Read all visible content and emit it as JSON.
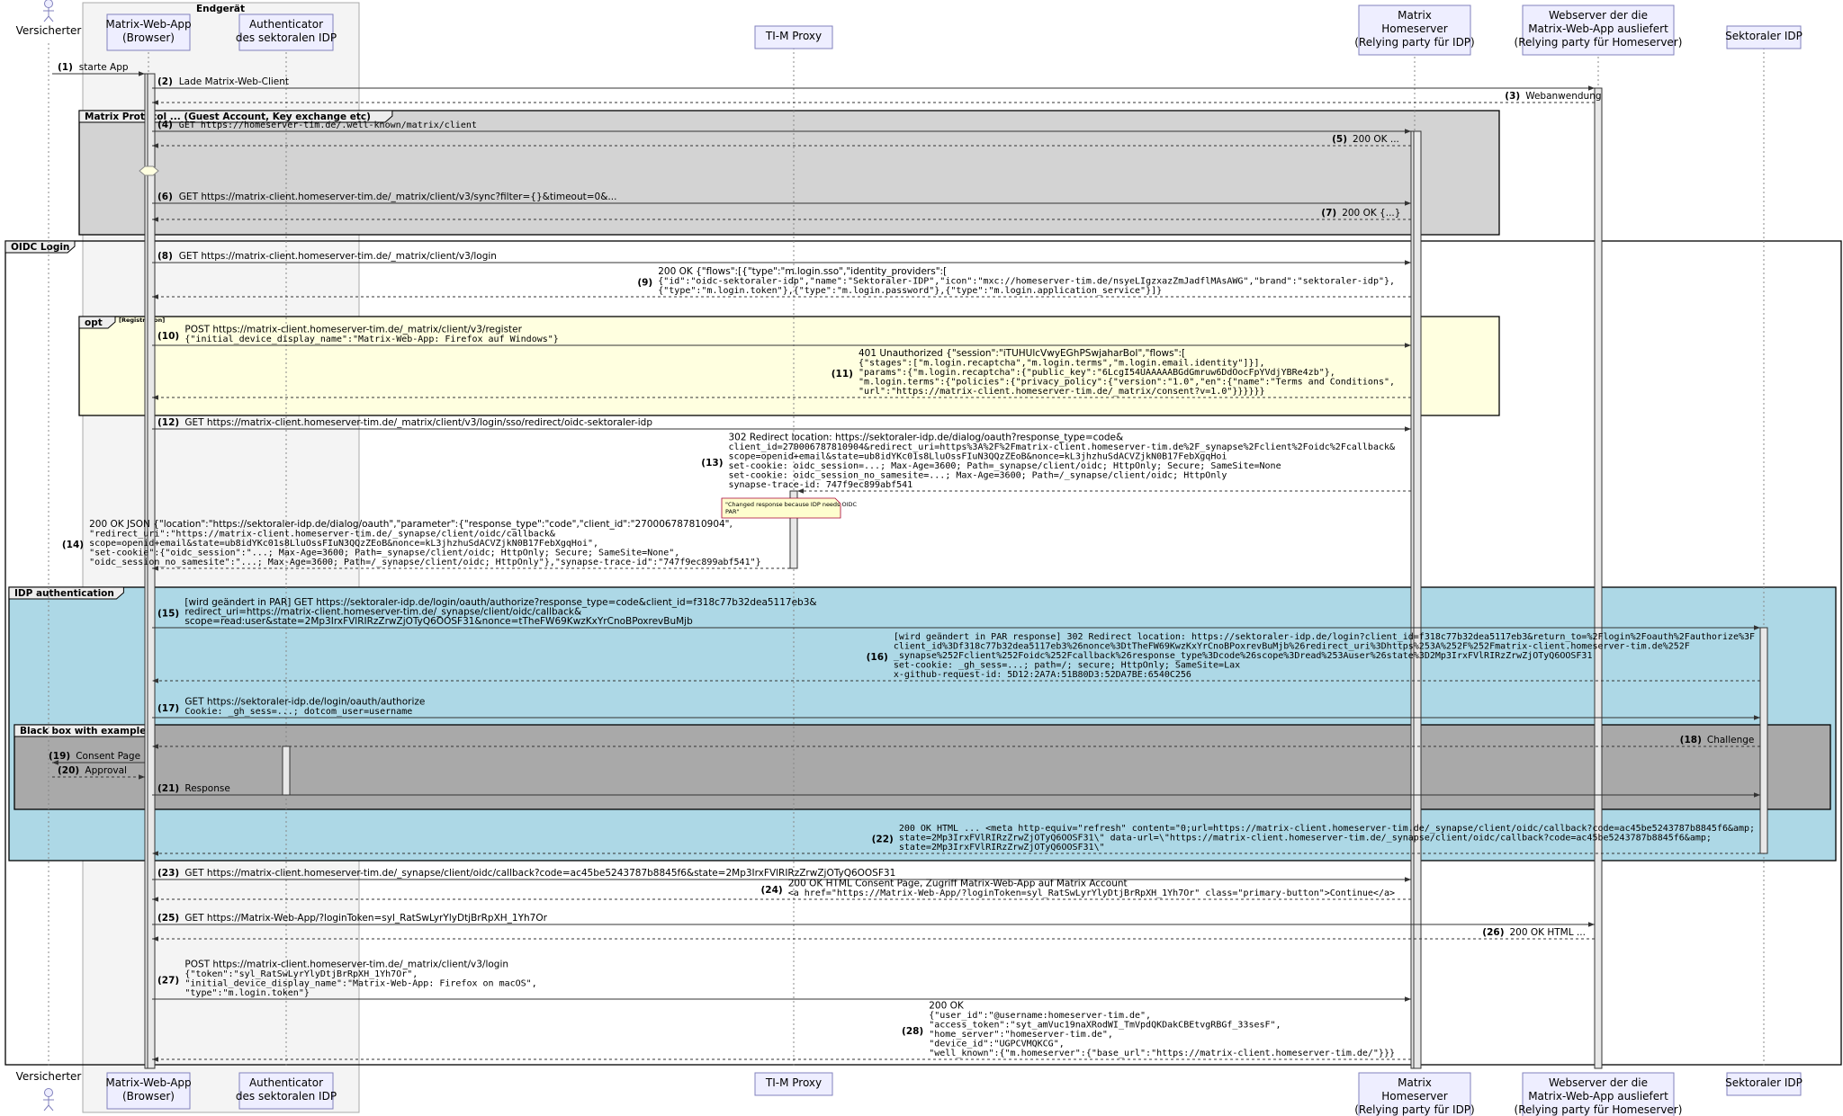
{
  "group_box": {
    "label": "Endgerät"
  },
  "participants": [
    {
      "id": "user",
      "label": [
        "Versicherter"
      ],
      "kind": "actor"
    },
    {
      "id": "app",
      "label": [
        "Matrix-Web-App",
        "(Browser)"
      ],
      "kind": "box"
    },
    {
      "id": "auth",
      "label": [
        "Authenticator",
        "des sektoralen IDP"
      ],
      "kind": "box"
    },
    {
      "id": "proxy",
      "label": [
        "TI-M Proxy"
      ],
      "kind": "box"
    },
    {
      "id": "hs",
      "label": [
        "Matrix",
        "Homeserver",
        "(Relying party für IDP)"
      ],
      "kind": "box"
    },
    {
      "id": "web",
      "label": [
        "Webserver der die",
        "Matrix-Web-App ausliefert",
        "(Relying party für Homeserver)"
      ],
      "kind": "box"
    },
    {
      "id": "idp",
      "label": [
        "Sektoraler IDP"
      ],
      "kind": "box"
    }
  ],
  "frames": [
    {
      "title": "Matrix Protocol ... (Guest Account, Key exchange etc)",
      "color": "#d3d3d3"
    },
    {
      "title": "OIDC Login",
      "color": "none"
    },
    {
      "title": "opt",
      "subtitle": "[Registration]",
      "color": "#ffffe0"
    },
    {
      "title": "IDP authentication",
      "color": "#add8e6"
    },
    {
      "title": "Black box with example",
      "color": "#a9a9a9"
    }
  ],
  "messages": [
    {
      "n": "(1)",
      "from": "user",
      "to": "app",
      "lines": [
        {
          "t": "starte App",
          "m": false
        }
      ]
    },
    {
      "n": "(2)",
      "from": "app",
      "to": "web",
      "lines": [
        {
          "t": "Lade Matrix-Web-Client",
          "m": false
        }
      ]
    },
    {
      "n": "(3)",
      "from": "web",
      "to": "app",
      "dashed": true,
      "lines": [
        {
          "t": "Webanwendung",
          "m": false
        }
      ]
    },
    {
      "n": "(4)",
      "from": "app",
      "to": "hs",
      "lines": [
        {
          "t": "GET https://homeserver-tim.de/.well-known/matrix/client",
          "m": true
        }
      ]
    },
    {
      "n": "(5)",
      "from": "hs",
      "to": "app",
      "dashed": true,
      "lines": [
        {
          "t": "200 OK ...",
          "m": false
        }
      ]
    },
    {
      "n": "(6)",
      "from": "app",
      "to": "hs",
      "lines": [
        {
          "t": "GET https://matrix-client.homeserver-tim.de/_matrix/client/v3/sync?filter={}&timeout=0&...",
          "m": false
        }
      ]
    },
    {
      "n": "(7)",
      "from": "hs",
      "to": "app",
      "dashed": true,
      "lines": [
        {
          "t": "200 OK {...}",
          "m": false
        }
      ]
    },
    {
      "n": "(8)",
      "from": "app",
      "to": "hs",
      "lines": [
        {
          "t": "GET https://matrix-client.homeserver-tim.de/_matrix/client/v3/login",
          "m": false
        }
      ]
    },
    {
      "n": "(9)",
      "from": "hs",
      "to": "app",
      "dashed": true,
      "lines": [
        {
          "t": "200 OK {\"flows\":[{\"type\":\"m.login.sso\",\"identity_providers\":[",
          "m": false
        },
        {
          "t": "  {\"id\":\"oidc-sektoraler-idp\",\"name\":\"Sektoraler-IDP\",\"icon\":\"mxc://homeserver-tim.de/nsyeLIgzxazZmJadflMAsAWG\",\"brand\":\"sektoraler-idp\"},",
          "m": true
        },
        {
          "t": "  {\"type\":\"m.login.token\"},{\"type\":\"m.login.password\"},{\"type\":\"m.login.application_service\"}]}",
          "m": true
        }
      ]
    },
    {
      "n": "(10)",
      "from": "app",
      "to": "hs",
      "lines": [
        {
          "t": "POST https://matrix-client.homeserver-tim.de/_matrix/client/v3/register",
          "m": false
        },
        {
          "t": "  {\"initial_device_display_name\":\"Matrix-Web-App: Firefox auf Windows\"}",
          "m": true
        }
      ]
    },
    {
      "n": "(11)",
      "from": "hs",
      "to": "app",
      "dashed": true,
      "lines": [
        {
          "t": "401 Unauthorized {\"session\":\"iTUHUlcVwyEGhPSwjaharBoI\",\"flows\":[",
          "m": false
        },
        {
          "t": "  {\"stages\":[\"m.login.recaptcha\",\"m.login.terms\",\"m.login.email.identity\"]}],",
          "m": true
        },
        {
          "t": "  \"params\":{\"m.login.recaptcha\":{\"public_key\":\"6LcgI54UAAAAABGdGmruw6DdOocFpYVdjYBRe4zb\"},",
          "m": true
        },
        {
          "t": "  \"m.login.terms\":{\"policies\":{\"privacy_policy\":{\"version\":\"1.0\",\"en\":{\"name\":\"Terms and Conditions\",",
          "m": true
        },
        {
          "t": "  \"url\":\"https://matrix-client.homeserver-tim.de/_matrix/consent?v=1.0\"}}}}}}",
          "m": true
        }
      ]
    },
    {
      "n": "(12)",
      "from": "app",
      "to": "hs",
      "lines": [
        {
          "t": "GET https://matrix-client.homeserver-tim.de/_matrix/client/v3/login/sso/redirect/oidc-sektoraler-idp",
          "m": false
        }
      ]
    },
    {
      "n": "(13)",
      "from": "hs",
      "to": "proxy",
      "dashed": true,
      "lines": [
        {
          "t": "302 Redirect location:     https://sektoraler-idp.de/dialog/oauth?response_type=code&",
          "m": false
        },
        {
          "t": "  client_id=270006787810904&redirect_uri=https%3A%2F%2Fmatrix-client.homeserver-tim.de%2F_synapse%2Fclient%2Foidc%2Fcallback&",
          "m": true
        },
        {
          "t": "  scope=openid+email&state=ub8idYKc01s8LluOssFIuN3QQzZEoB&nonce=kL3jhzhuSdACVZjkN0B17FebXgqHoi",
          "m": true
        },
        {
          "t": "  set-cookie: oidc_session=...; Max-Age=3600; Path=_synapse/client/oidc; HttpOnly; Secure; SameSite=None",
          "m": true
        },
        {
          "t": "  set-cookie: oidc_session_no_samesite=...; Max-Age=3600; Path=/_synapse/client/oidc; HttpOnly",
          "m": true
        },
        {
          "t": "  synapse-trace-id:      747f9ec899abf541",
          "m": true
        }
      ]
    },
    {
      "n": "(14)",
      "from": "proxy",
      "to": "app",
      "dashed": true,
      "lines": [
        {
          "t": "200 OK JSON {\"location\":\"https://sektoraler-idp.de/dialog/oauth\",\"parameter\":{\"response_type\":\"code\",\"client_id\":\"270006787810904\",",
          "m": false
        },
        {
          "t": "  \"redirect_uri\":\"https://matrix-client.homeserver-tim.de/_synapse/client/oidc/callback&",
          "m": true
        },
        {
          "t": "  scope=openid+email&state=ub8idYKc01s8LluOssFIuN3QQzZEoB&nonce=kL3jhzhuSdACVZjkN0B17FebXgqHoi\",",
          "m": true
        },
        {
          "t": "  \"set-cookie\":{\"oidc_session\":\"...; Max-Age=3600; Path=_synapse/client/oidc; HttpOnly; Secure; SameSite=None\",",
          "m": true
        },
        {
          "t": "  \"oidc_session_no_samesite\":\"...; Max-Age=3600; Path=/_synapse/client/oidc; HttpOnly\"},\"synapse-trace-id\":\"747f9ec899abf541\"}",
          "m": true
        }
      ]
    },
    {
      "n": "(15)",
      "from": "app",
      "to": "idp",
      "lines": [
        {
          "t": "[wird geändert in PAR] GET  https://sektoraler-idp.de/login/oauth/authorize?response_type=code&client_id=f318c77b32dea5117eb3&",
          "m": false
        },
        {
          "t": "    redirect_uri=https://matrix-client.homeserver-tim.de/_synapse/client/oidc/callback&",
          "m": false
        },
        {
          "t": "    scope=read:user&state=2Mp3IrxFVlRIRzZrwZjOTyQ6OOSF31&nonce=tTheFW69KwzKxYrCnoBPoxrevBuMjb",
          "m": false
        }
      ]
    },
    {
      "n": "(16)",
      "from": "idp",
      "to": "app",
      "dashed": true,
      "lines": [
        {
          "t": "[wird geändert in PAR response] 302 Redirect location: https://sektoraler-idp.de/login?client_id=f318c77b32dea5117eb3&return_to=%2Flogin%2Foauth%2Fauthorize%3F",
          "m": true
        },
        {
          "t": "    client_id%3Df318c77b32dea5117eb3%26nonce%3DtTheFW69KwzKxYrCnoBPoxrevBuMjb%26redirect_uri%3Dhttps%253A%252F%252Fmatrix-client.homeserver-tim.de%252F",
          "m": true
        },
        {
          "t": "    _synapse%252Fclient%252Foidc%252Fcallback%26response_type%3Dcode%26scope%3Dread%253Auser%26state%3D2Mp3IrxFVlRIRzZrwZjOTyQ6OOSF31",
          "m": true
        },
        {
          "t": "set-cookie:     _gh_sess=...; path=/; secure; HttpOnly; SameSite=Lax",
          "m": true
        },
        {
          "t": "x-github-request-id: 5D12:2A7A:51B80D3:52DA7BE:6540C256",
          "m": true
        }
      ]
    },
    {
      "n": "(17)",
      "from": "app",
      "to": "idp",
      "lines": [
        {
          "t": "GET https://sektoraler-idp.de/login/oauth/authorize",
          "m": false
        },
        {
          "t": "   Cookie: _gh_sess=...; dotcom_user=username",
          "m": true
        }
      ]
    },
    {
      "n": "(18)",
      "from": "idp",
      "to": "app",
      "dashed": true,
      "lines": [
        {
          "t": "Challenge",
          "m": false
        }
      ]
    },
    {
      "n": "(19)",
      "from": "app",
      "to": "user",
      "lines": [
        {
          "t": "Consent Page",
          "m": false
        }
      ]
    },
    {
      "n": "(20)",
      "from": "user",
      "to": "app",
      "dashed": true,
      "lines": [
        {
          "t": "Approval",
          "m": false
        }
      ]
    },
    {
      "n": "(21)",
      "from": "app",
      "to": "idp",
      "lines": [
        {
          "t": "Response",
          "m": false
        }
      ]
    },
    {
      "n": "(22)",
      "from": "idp",
      "to": "app",
      "dashed": true,
      "lines": [
        {
          "t": "200 OK HTML ... <meta http-equiv=\"refresh\" content=\"0;url=https://matrix-client.homeserver-tim.de/_synapse/client/oidc/callback?code=ac45be5243787b8845f6&amp;",
          "m": true
        },
        {
          "t": "  state=2Mp3IrxFVlRIRzZrwZjOTyQ6OOSF31\\\" data-url=\\\"https://matrix-client.homeserver-tim.de/_synapse/client/oidc/callback?code=ac45be5243787b8845f6&amp;",
          "m": true
        },
        {
          "t": "  state=2Mp3IrxFVlRIRzZrwZjOTyQ6OOSF31\\\"",
          "m": true
        }
      ]
    },
    {
      "n": "(23)",
      "from": "app",
      "to": "hs",
      "lines": [
        {
          "t": "GET https://matrix-client.homeserver-tim.de/_synapse/client/oidc/callback?code=ac45be5243787b8845f6&state=2Mp3IrxFVlRIRzZrwZjOTyQ6OOSF31",
          "m": false
        }
      ]
    },
    {
      "n": "(24)",
      "from": "hs",
      "to": "app",
      "dashed": true,
      "lines": [
        {
          "t": "200 OK HTML Consent Page, Zugriff Matrix-Web-App auf Matrix Account",
          "m": false
        },
        {
          "t": "  <a href=\"https://Matrix-Web-App/?loginToken=syl_RatSwLyrYlyDtjBrRpXH_1Yh7Or\" class=\"primary-button\">Continue</a>",
          "m": true
        }
      ]
    },
    {
      "n": "(25)",
      "from": "app",
      "to": "web",
      "lines": [
        {
          "t": "GET https://Matrix-Web-App/?loginToken=syl_RatSwLyrYlyDtjBrRpXH_1Yh7Or",
          "m": false
        }
      ]
    },
    {
      "n": "(26)",
      "from": "web",
      "to": "app",
      "dashed": true,
      "lines": [
        {
          "t": "200 OK HTML ...",
          "m": false
        }
      ]
    },
    {
      "n": "(27)",
      "from": "app",
      "to": "hs",
      "lines": [
        {
          "t": "POST https://matrix-client.homeserver-tim.de/_matrix/client/v3/login",
          "m": false
        },
        {
          "t": "  {\"token\":\"syl_RatSwLyrYlyDtjBrRpXH_1Yh7Or\",",
          "m": true
        },
        {
          "t": "  \"initial_device_display_name\":\"Matrix-Web-App: Firefox on macOS\",",
          "m": true
        },
        {
          "t": "  \"type\":\"m.login.token\"}",
          "m": true
        }
      ]
    },
    {
      "n": "(28)",
      "from": "hs",
      "to": "app",
      "dashed": true,
      "lines": [
        {
          "t": "200 OK",
          "m": false
        },
        {
          "t": "  {\"user_id\":\"@username:homeserver-tim.de\",",
          "m": true
        },
        {
          "t": "  \"access_token\":\"syt_amVuc19naXRodWI_TmVpdQKDakCBEtvgRBGf_33sesF\",",
          "m": true
        },
        {
          "t": "  \"home_server\":\"homeserver-tim.de\",",
          "m": true
        },
        {
          "t": "  \"device_id\":\"UGPCVMQKCG\",",
          "m": true
        },
        {
          "t": "  \"well_known\":{\"m.homeserver\":{\"base_url\":\"https://matrix-client.homeserver-tim.de/\"}}}",
          "m": true
        }
      ]
    }
  ],
  "notes": [
    {
      "lines": [
        "\"Changed response because IDP needs OIDC",
        "PAR\""
      ]
    }
  ],
  "colors": {
    "participant_fill": "#eeeeff",
    "participant_stroke": "#8181bd",
    "group_fill": "#f4f4f4",
    "note_fill": "#fefece"
  }
}
